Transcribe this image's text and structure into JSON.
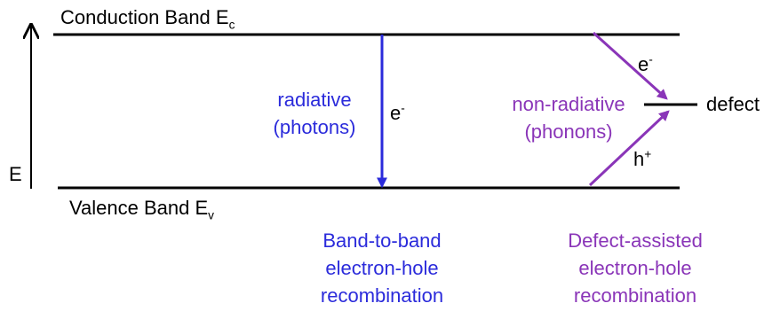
{
  "colors": {
    "band_line": "#000000",
    "radiative": "#2b2bdb",
    "non_radiative": "#8a35b8",
    "text": "#000000"
  },
  "energy_axis": {
    "label": "E"
  },
  "conduction_band": {
    "label": "Conduction Band E",
    "subscript": "c"
  },
  "valence_band": {
    "label": "Valence Band E",
    "subscript": "v"
  },
  "defect": {
    "label": "defect"
  },
  "radiative": {
    "mechanism_line1": "radiative",
    "mechanism_line2": "(photons)",
    "carrier": "e",
    "carrier_sup": "-",
    "caption": [
      "Band-to-band",
      "electron-hole",
      "recombination"
    ]
  },
  "non_radiative": {
    "mechanism_line1": "non-radiative",
    "mechanism_line2": "(phonons)",
    "electron": "e",
    "electron_sup": "-",
    "hole": "h",
    "hole_sup": "+",
    "caption": [
      "Defect-assisted",
      "electron-hole",
      "recombination"
    ]
  }
}
